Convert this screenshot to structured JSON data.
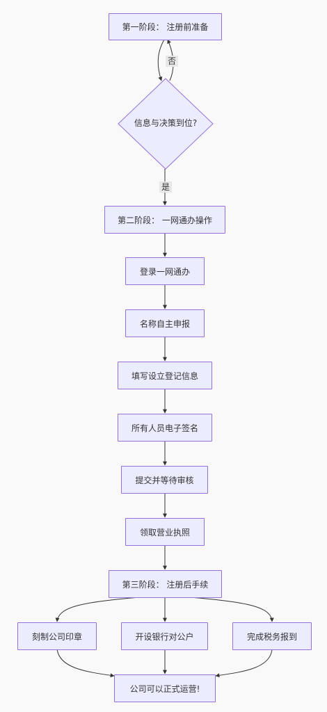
{
  "colors": {
    "background": "#f9f9f9",
    "node_fill": "#ececff",
    "node_border": "#9370db",
    "edge": "#333333",
    "label_bg": "#e8e8e8"
  },
  "nodes": {
    "stage1": "第一阶段： 注册前准备",
    "decision": "信息与决策到位?",
    "stage2": "第二阶段： 一网通办操作",
    "login": "登录一网通办",
    "name_apply": "名称自主申报",
    "fill_info": "填写设立登记信息",
    "esign": "所有人员电子签名",
    "submit": "提交并等待审核",
    "license": "领取营业执照",
    "stage3": "第三阶段： 注册后手续",
    "seal": "刻制公司印章",
    "bank": "开设银行对公户",
    "tax": "完成税务报到",
    "operate": "公司可以正式运营!"
  },
  "edge_labels": {
    "no": "否",
    "yes": "是"
  }
}
